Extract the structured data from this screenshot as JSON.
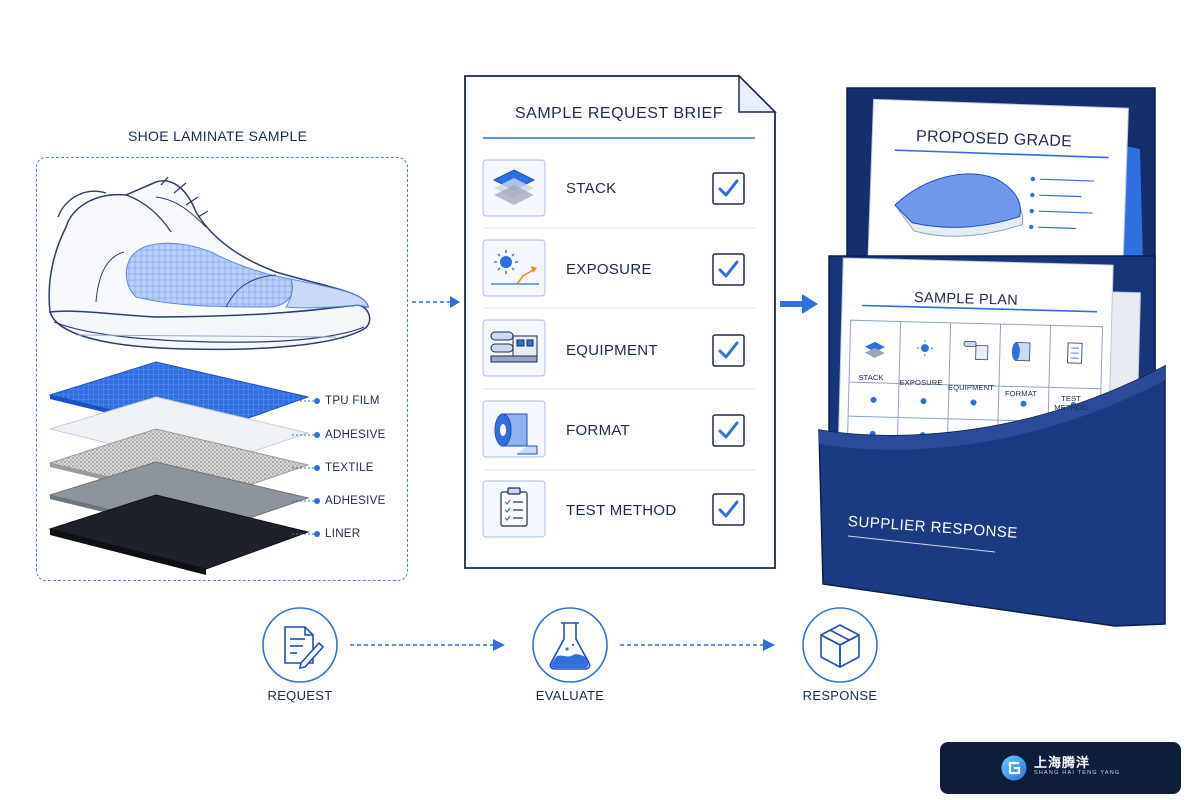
{
  "left_panel": {
    "title": "SHOE LAMINATE SAMPLE",
    "layers": [
      {
        "label": "TPU FILM"
      },
      {
        "label": "ADHESIVE"
      },
      {
        "label": "TEXTILE"
      },
      {
        "label": "ADHESIVE"
      },
      {
        "label": "LINER"
      }
    ]
  },
  "brief": {
    "title": "SAMPLE REQUEST BRIEF",
    "items": [
      {
        "label": "STACK",
        "icon": "stack-layers-icon",
        "checked": true
      },
      {
        "label": "EXPOSURE",
        "icon": "sun-exposure-icon",
        "checked": true
      },
      {
        "label": "EQUIPMENT",
        "icon": "machine-icon",
        "checked": true
      },
      {
        "label": "FORMAT",
        "icon": "roll-icon",
        "checked": true
      },
      {
        "label": "TEST METHOD",
        "icon": "clipboard-icon",
        "checked": true
      }
    ]
  },
  "folder": {
    "proposed_grade": "PROPOSED GRADE",
    "sample_plan": {
      "title": "SAMPLE PLAN",
      "columns": [
        "STACK",
        "EXPOSURE",
        "EQUIPMENT",
        "FORMAT",
        "TEST METHOD"
      ]
    },
    "label": "SUPPLIER RESPONSE"
  },
  "flow": {
    "steps": [
      {
        "label": "REQUEST",
        "icon": "document-pen-icon"
      },
      {
        "label": "EVALUATE",
        "icon": "flask-icon"
      },
      {
        "label": "RESPONSE",
        "icon": "box-icon"
      }
    ]
  },
  "logo": {
    "chinese": "上海腾洋",
    "english": "SHANG HAI TENG YANG"
  },
  "colors": {
    "accent": "#2f6fe0",
    "navy": "#15306b",
    "light_blue": "#8fb1f0"
  }
}
